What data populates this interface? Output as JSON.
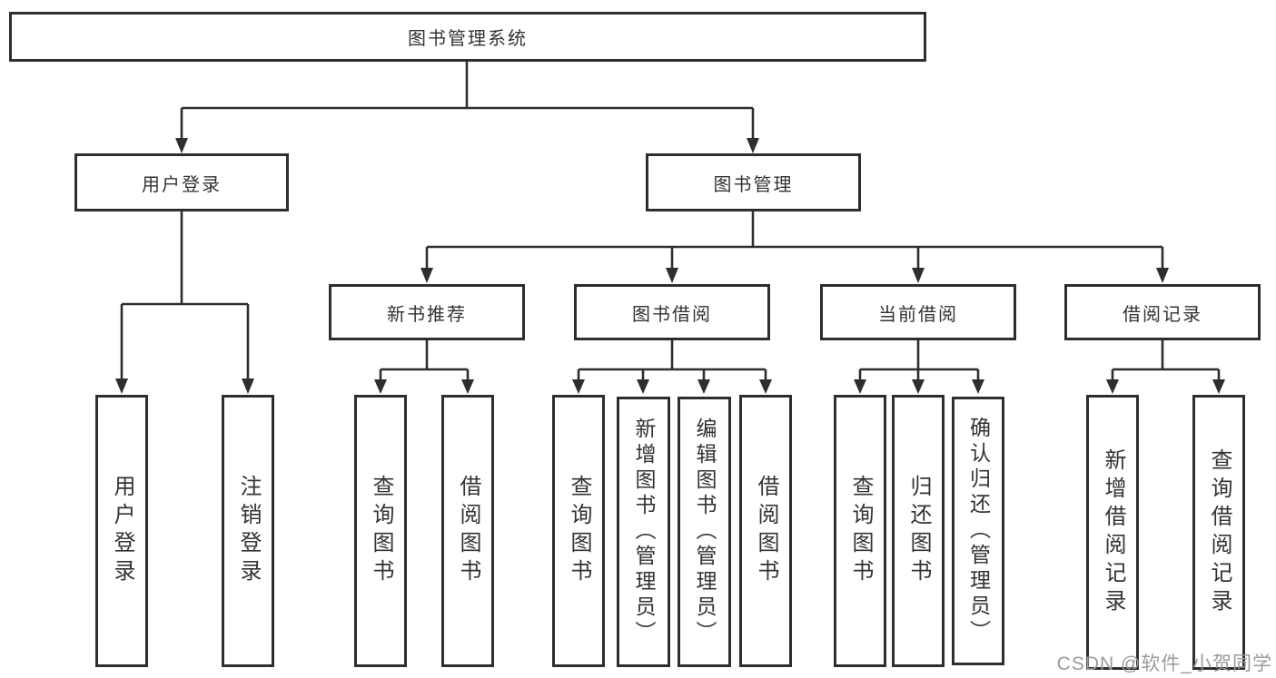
{
  "diagram_title": "图书管理系统",
  "tree": {
    "root": {
      "label": "图书管理系统",
      "children": [
        {
          "label": "用户登录",
          "children": [
            {
              "label": "用户登录"
            },
            {
              "label": "注销登录"
            }
          ]
        },
        {
          "label": "图书管理",
          "children": [
            {
              "label": "新书推荐",
              "children": [
                {
                  "label": "查询图书"
                },
                {
                  "label": "借阅图书"
                }
              ]
            },
            {
              "label": "图书借阅",
              "children": [
                {
                  "label": "查询图书"
                },
                {
                  "label": "新增图书（管理员）"
                },
                {
                  "label": "编辑图书（管理员）"
                },
                {
                  "label": "借阅图书"
                }
              ]
            },
            {
              "label": "当前借阅",
              "children": [
                {
                  "label": "查询图书"
                },
                {
                  "label": "归还图书"
                },
                {
                  "label": "确认归还（管理员）"
                }
              ]
            },
            {
              "label": "借阅记录",
              "children": [
                {
                  "label": "新增借阅记录"
                },
                {
                  "label": "查询借阅记录"
                }
              ]
            }
          ]
        }
      ]
    }
  },
  "watermark": "CSDN @软件_小贺同学",
  "colors": {
    "line": "#2e2e2e",
    "text": "#333333",
    "background": "#ffffff",
    "watermark": "#9b9b9b"
  }
}
